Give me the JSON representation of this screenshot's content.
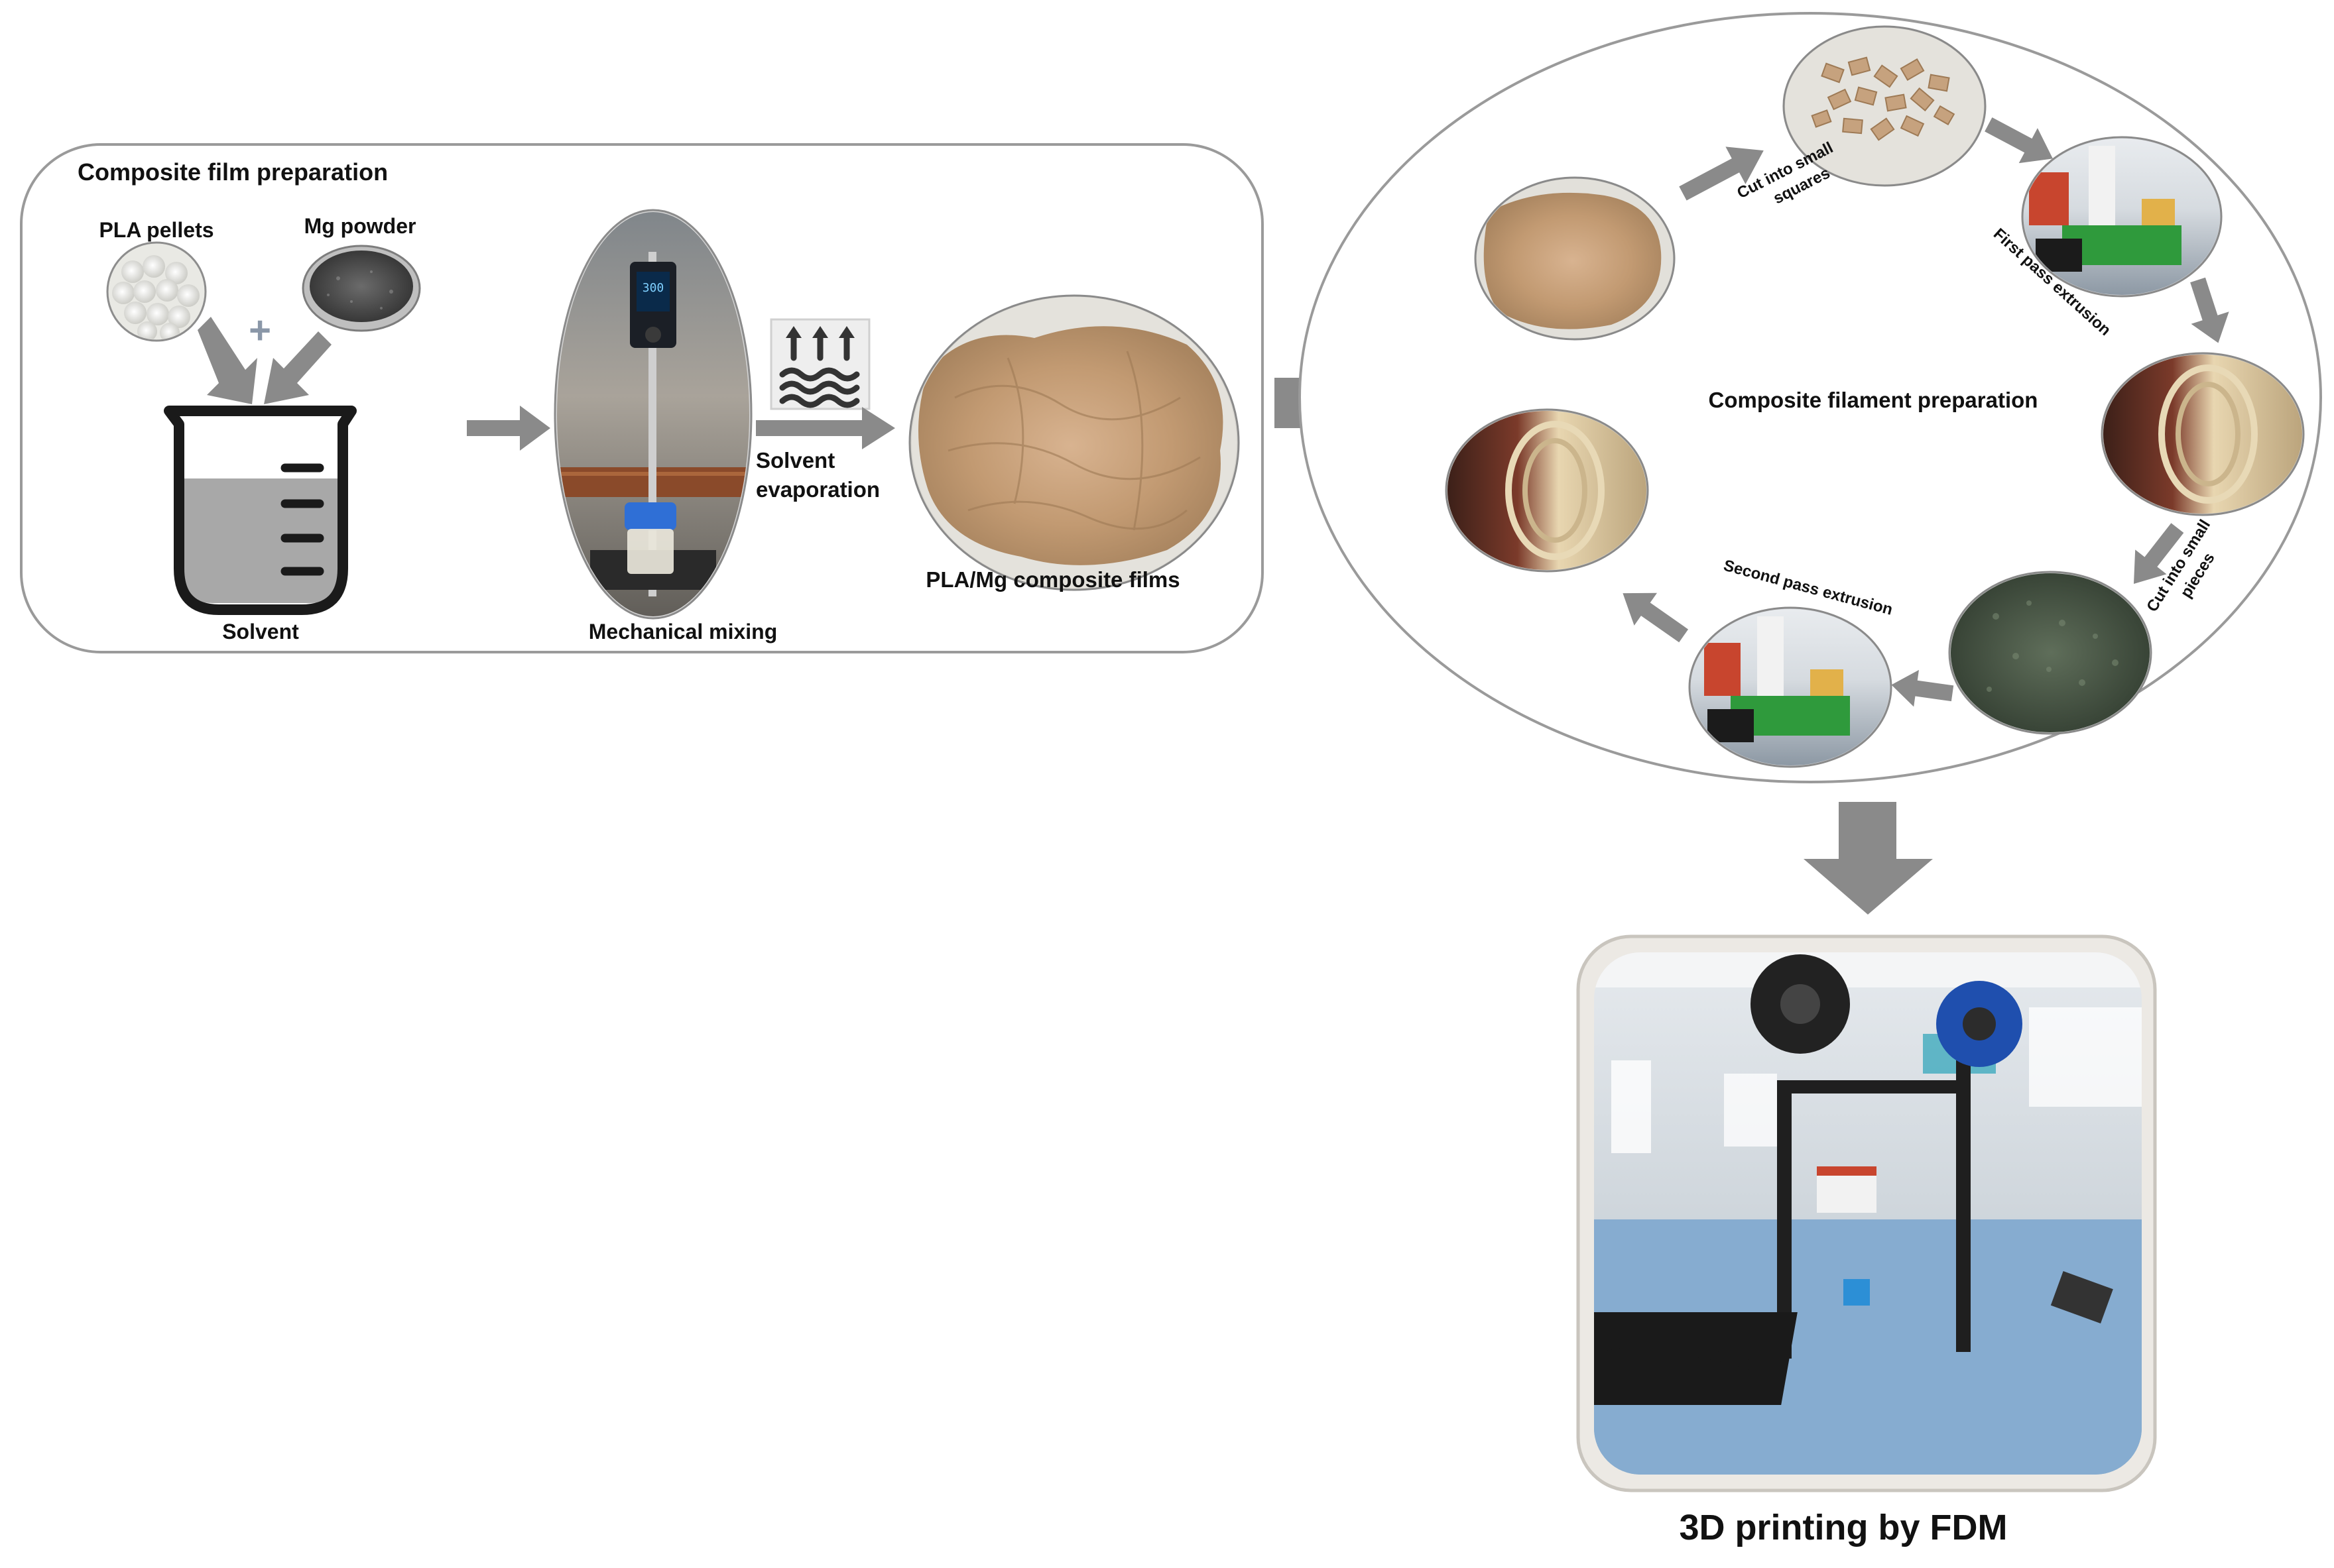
{
  "film_panel": {
    "title": "Composite film preparation",
    "pla_label": "PLA pellets",
    "mg_label": "Mg powder",
    "plus_sign": "+",
    "solvent_label": "Solvent",
    "mixing_label": "Mechanical mixing",
    "evaporation_line1": "Solvent",
    "evaporation_line2": "evaporation",
    "films_label": "PLA/Mg composite films"
  },
  "filament_panel": {
    "title": "Composite filament preparation",
    "cut_squares_line1": "Cut into small",
    "cut_squares_line2": "squares",
    "first_pass": "First pass extrusion",
    "cut_pieces_line1": "Cut into small",
    "cut_pieces_line2": "pieces",
    "second_pass": "Second pass extrusion"
  },
  "printing": {
    "caption": "3D printing by FDM"
  },
  "colors": {
    "arrow": "#8a8a8a",
    "panel_border": "#9a9a9a",
    "film_tan": "#c9a07a",
    "pellet_white": "#eeeeea",
    "mg_dark": "#4a4a4a",
    "lab_green": "#2f9a3c",
    "printer_blue": "#2c8fd6",
    "glass_liquid": "#a8a8a8"
  },
  "icons": {
    "evaporation": "evaporation-icon",
    "beaker": "beaker-icon",
    "plus": "plus-icon"
  }
}
